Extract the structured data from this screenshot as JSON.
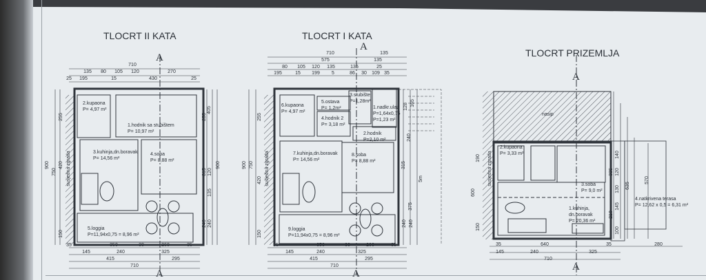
{
  "section_marker": "A",
  "neighbor_label": "susjedna zgrada",
  "plans": [
    {
      "title": "TLOCRT II KATA",
      "rooms": [
        {
          "name": "2.kupaona",
          "area": "P= 4,97 m²"
        },
        {
          "name": "1.hodnik sa stubištem",
          "area": "P= 10,97 m²"
        },
        {
          "name": "3.kuhinja,dn.boravak",
          "area": "P= 14,56 m²"
        },
        {
          "name": "4.soba",
          "area": "P= 8,88 m²"
        },
        {
          "name": "5.loggia",
          "area": "P=11,94x0,75 = 8,96 m²"
        }
      ],
      "dims_top": [
        "710",
        "135",
        "80",
        "105",
        "120",
        "270",
        "25",
        "195",
        "15",
        "430",
        "25"
      ],
      "dims_bottom": [
        "35",
        "350",
        "30",
        "260",
        "35",
        "145",
        "240",
        "325",
        "415",
        "295",
        "710"
      ],
      "dims_right": [
        "255",
        "405",
        "900",
        "315",
        "120",
        "135",
        "240",
        "240"
      ],
      "dims_left": [
        "750",
        "900",
        "420",
        "255",
        "150"
      ]
    },
    {
      "title": "TLOCRT I KATA",
      "rooms": [
        {
          "name": "6.kupaona",
          "area": "P= 4,97 m²"
        },
        {
          "name": "5.ostava",
          "area": "P= 1,2m²"
        },
        {
          "name": "4.hodnik 2",
          "area": "P= 3,18 m²"
        },
        {
          "name": "3.stubište",
          "area": "P=1,28m²"
        },
        {
          "name": "1.nadkr.ulaz",
          "area": "P=1,64x0,75",
          "area2": "P=1,23 m²"
        },
        {
          "name": "2.hodnik",
          "area": "P=2,10 m²"
        },
        {
          "name": "7.kuhinja,dn.boravak",
          "area": "P= 14,56 m²"
        },
        {
          "name": "8.soba",
          "area": "P= 8,88 m²"
        },
        {
          "name": "9.loggia",
          "area": "P=11,94x0,75 = 8,96 m²"
        }
      ],
      "dims_top": [
        "710",
        "575",
        "135",
        "135",
        "80",
        "105",
        "120",
        "135",
        "135",
        "25",
        "195",
        "15",
        "199",
        "5",
        "86",
        "30",
        "109",
        "35"
      ],
      "dims_bottom": [
        "35",
        "350",
        "30",
        "260",
        "35",
        "145",
        "240",
        "325",
        "415",
        "295",
        "710"
      ],
      "dims_right": [
        "165",
        "128",
        "240",
        "315",
        "375",
        "240",
        "240",
        "5m"
      ],
      "dims_left": [
        "750",
        "900",
        "255",
        "420",
        "150"
      ]
    },
    {
      "title": "TLOCRT PRIZEMLJA",
      "fill_label": "nasip",
      "rooms": [
        {
          "name": "2.kupaona",
          "area": "P= 3,33 m²"
        },
        {
          "name": "3.soba",
          "area": "P= 9,0 m²"
        },
        {
          "name": "1.kuhinja,",
          "name2": "dn.boravak",
          "area": "P= 20,36 m²"
        },
        {
          "name": "4.natkrivena terasa",
          "area": "P= 12,62 x 0,5 = 6,31 m²"
        }
      ],
      "dims_bottom": [
        "35",
        "640",
        "35",
        "280",
        "145",
        "240",
        "325",
        "710"
      ],
      "dims_right": [
        "140",
        "120",
        "130",
        "145",
        "100",
        "335",
        "635",
        "570",
        "210"
      ],
      "dims_left": [
        "190",
        "600",
        "150"
      ]
    }
  ]
}
